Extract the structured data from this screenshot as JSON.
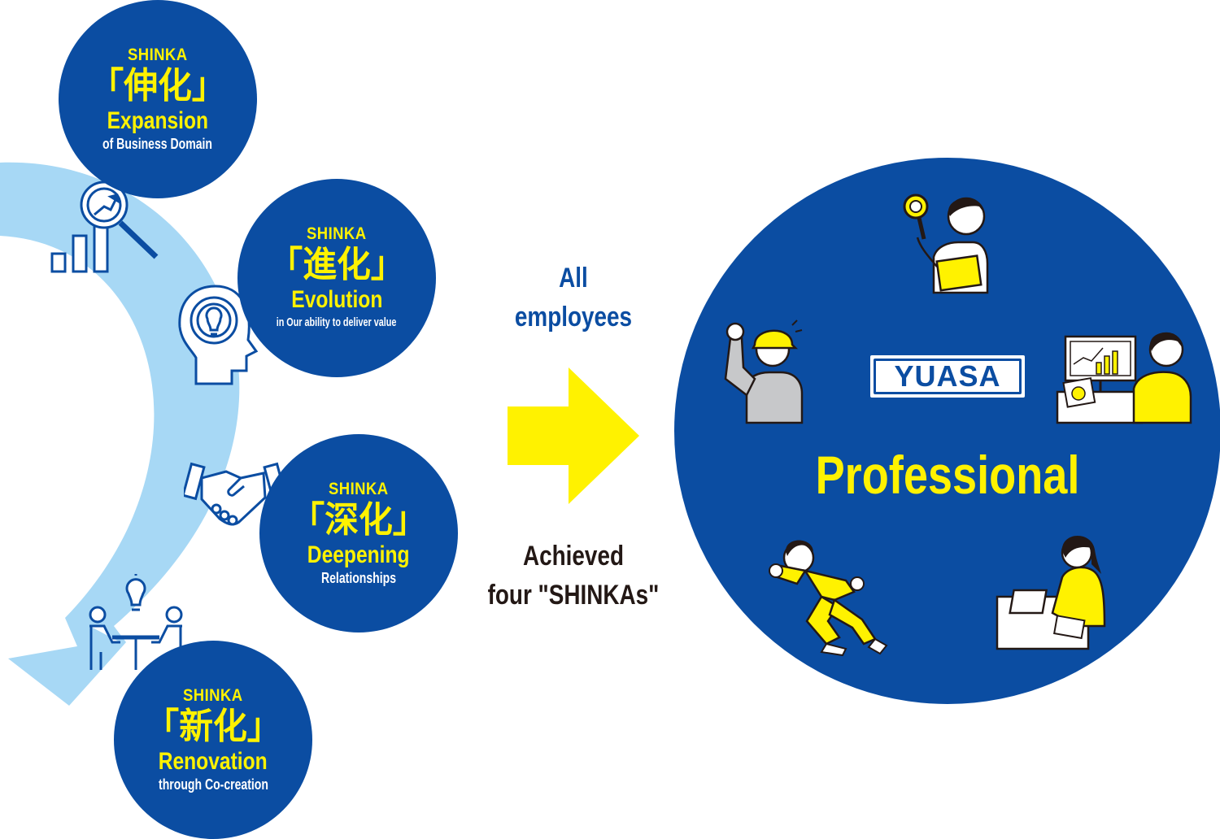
{
  "stages": [
    {
      "shinka": "SHINKA",
      "kanji": "「伸化」",
      "title": "Expansion",
      "subtitle": "of Business Domain",
      "icon": "growth-chart-magnifier-icon"
    },
    {
      "shinka": "SHINKA",
      "kanji": "「進化」",
      "title": "Evolution",
      "subtitle": "in Our ability to deliver value",
      "icon": "head-gear-lightbulb-icon"
    },
    {
      "shinka": "SHINKA",
      "kanji": "「深化」",
      "title": "Deepening",
      "subtitle": "Relationships",
      "icon": "handshake-icon"
    },
    {
      "shinka": "SHINKA",
      "kanji": "「新化」",
      "title": "Renovation",
      "subtitle": "through Co-creation",
      "icon": "meeting-idea-icon"
    }
  ],
  "middle": {
    "top_line1": "All",
    "top_line2": "employees",
    "bottom_line1": "Achieved",
    "bottom_line2": "four \"SHINKAs\""
  },
  "result": {
    "logo": "YUASA",
    "label": "Professional",
    "people": [
      "researcher-icon",
      "construction-worker-icon",
      "analyst-icon",
      "running-salesperson-icon",
      "office-worker-icon"
    ]
  },
  "colors": {
    "navy": "#0b4da2",
    "yellow": "#fff200",
    "light_blue": "#a7d8f5",
    "dark_text": "#231815"
  }
}
